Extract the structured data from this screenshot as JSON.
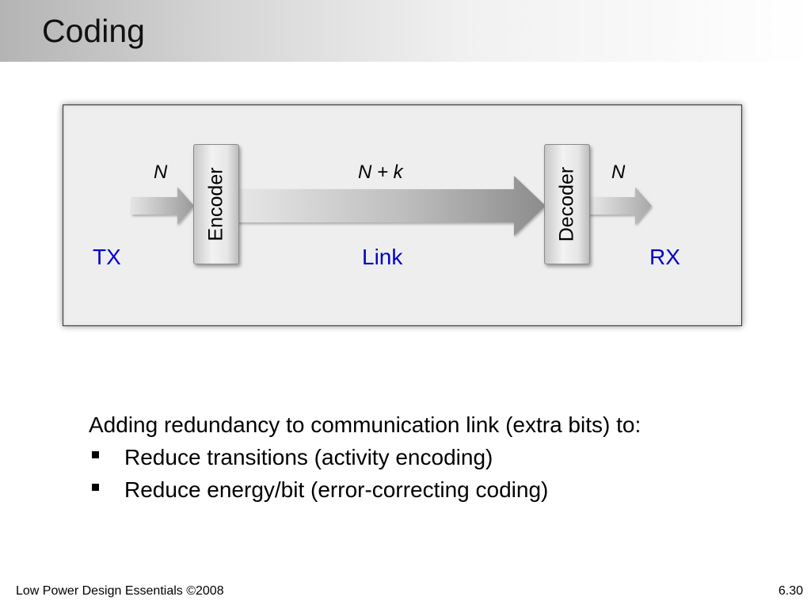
{
  "slide": {
    "title": "Coding",
    "footer_left": "Low Power Design Essentials ©2008",
    "page_number": "6.30"
  },
  "diagram": {
    "blocks": {
      "encoder": "Encoder",
      "decoder": "Decoder"
    },
    "signals": {
      "input": "N",
      "link": "N + k",
      "output": "N"
    },
    "regions": {
      "tx": "TX",
      "link": "Link",
      "rx": "RX"
    },
    "colors": {
      "region_text": "#0000cc",
      "panel_bg": "#eeeeee"
    }
  },
  "body": {
    "intro": "Adding redundancy to communication link (extra bits) to:",
    "bullets": [
      "Reduce transitions (activity encoding)",
      "Reduce energy/bit (error-correcting coding)"
    ]
  }
}
